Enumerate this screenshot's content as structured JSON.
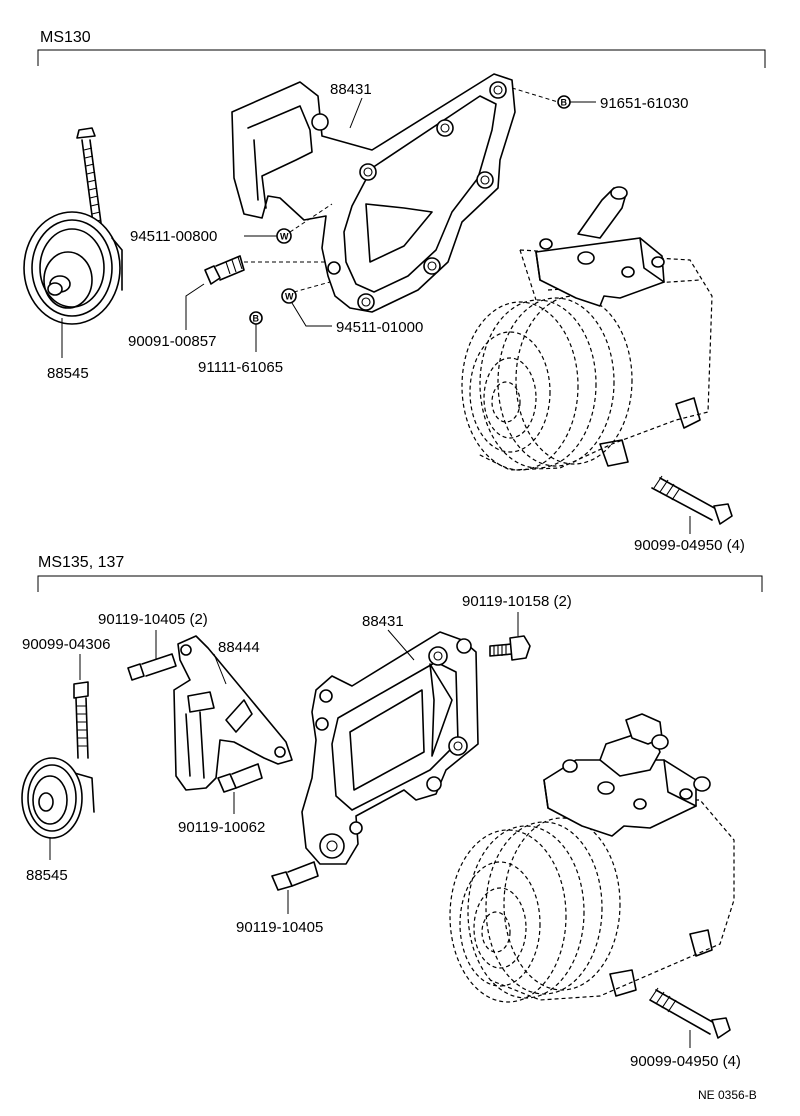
{
  "sections": [
    {
      "title": "MS130",
      "labels": {
        "bracket": "88431",
        "bolt_top_right": "91651-61030",
        "washer_upper": "94511-00800",
        "bolt_mid": "90091-00857",
        "washer_lower": "94511-01000",
        "bolt_lower": "91111-61065",
        "pulley": "88545",
        "compressor_bolt": "90099-04950 (4)"
      },
      "markers": {
        "b": "B",
        "w": "W"
      }
    },
    {
      "title": "MS135, 137",
      "labels": {
        "bolt_left": "90099-04306",
        "bolt_bracket_top": "90119-10405 (2)",
        "bracket_small": "88444",
        "bracket_main": "88431",
        "bolt_top_right": "90119-10158 (2)",
        "bolt_mid": "90119-10062",
        "bolt_bottom": "90119-10405",
        "pulley": "88545",
        "compressor_bolt": "90099-04950 (4)"
      }
    }
  ],
  "figure_code": "NE 0356-B"
}
